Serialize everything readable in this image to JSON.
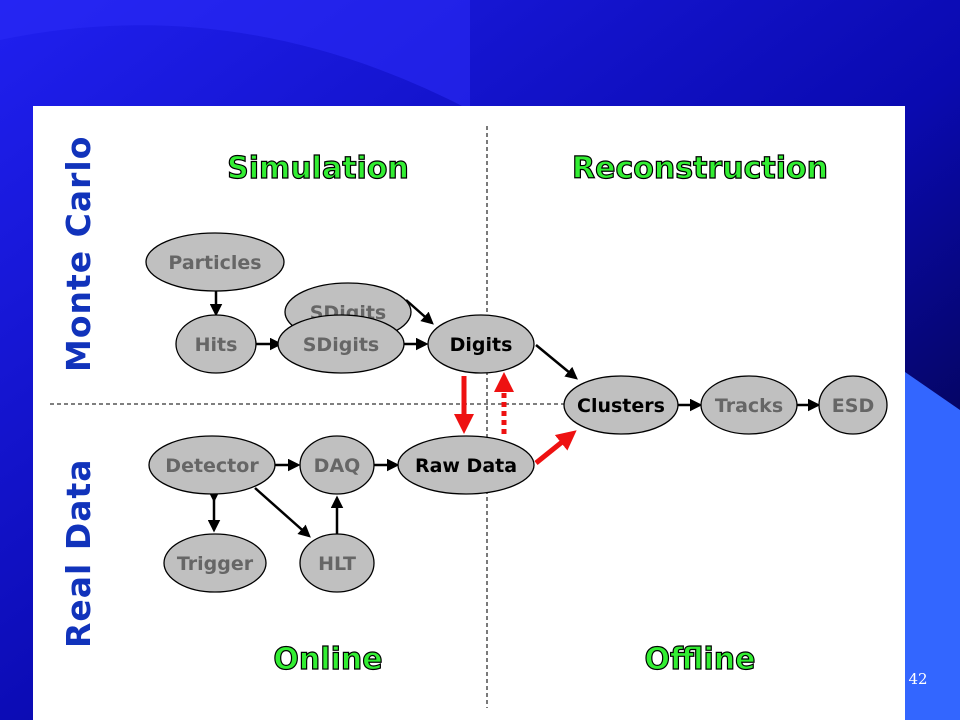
{
  "slide": {
    "page_number": "42",
    "colors": {
      "background_top": "#1a1ae6",
      "background_bottom": "#000033",
      "accent_corner": "#3366ff",
      "panel": "#ffffff",
      "heading_fill": "#33ee33",
      "heading_outline": "#000000",
      "side_label": "#1133bb",
      "node_fill": "#c0c0c0",
      "node_text": "#666666",
      "node_text_active": "#000000",
      "arrow": "#000000",
      "highlight_arrow": "#ee1111",
      "divider": "#333333"
    }
  },
  "headings": {
    "simulation": "Simulation",
    "reconstruction": "Reconstruction",
    "online": "Online",
    "offline": "Offline"
  },
  "side_labels": {
    "monte_carlo": "Monte Carlo",
    "real_data": "Real Data"
  },
  "nodes": {
    "particles": "Particles",
    "hits": "Hits",
    "sdigits_back": "SDigits",
    "sdigits": "SDigits",
    "digits": "Digits",
    "clusters": "Clusters",
    "tracks": "Tracks",
    "esd": "ESD",
    "detector": "Detector",
    "daq": "DAQ",
    "raw_data": "Raw Data",
    "trigger": "Trigger",
    "hlt": "HLT"
  }
}
